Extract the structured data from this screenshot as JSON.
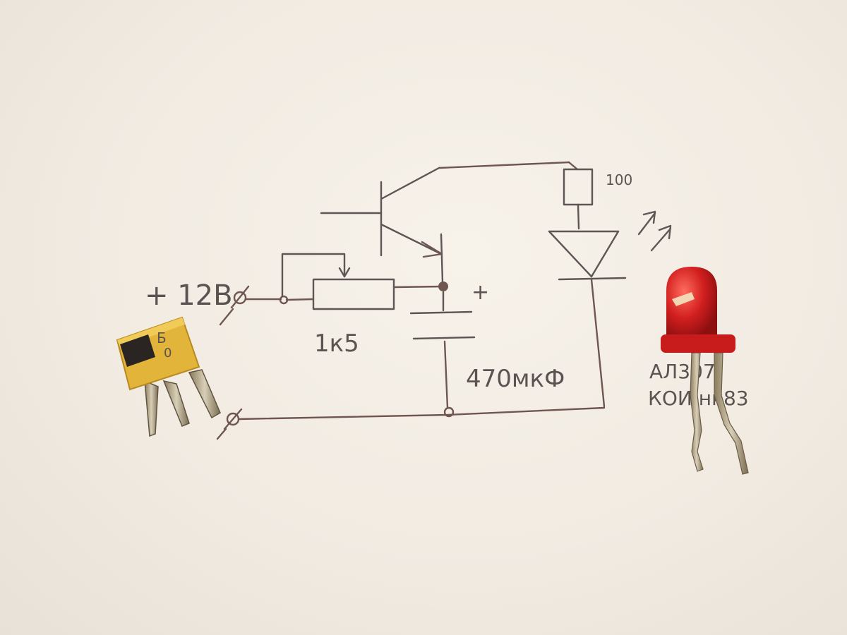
{
  "schematic": {
    "supply_label": "+ 12В",
    "pot_label": "1к5",
    "resistor_label": "100",
    "capacitor_label": "470мкФ",
    "capacitor_polarity": "+",
    "led_label_line1": "АЛ307",
    "led_label_line2": "КОИ нк83"
  },
  "transistor_marking": {
    "line1": "Б",
    "line2": "0"
  },
  "colors": {
    "paper": "#f4eee6",
    "ink": "#6f5650",
    "pencil": "#5d5655",
    "transistor_body": "#e2b53a",
    "led_red": "#d21f1f"
  }
}
